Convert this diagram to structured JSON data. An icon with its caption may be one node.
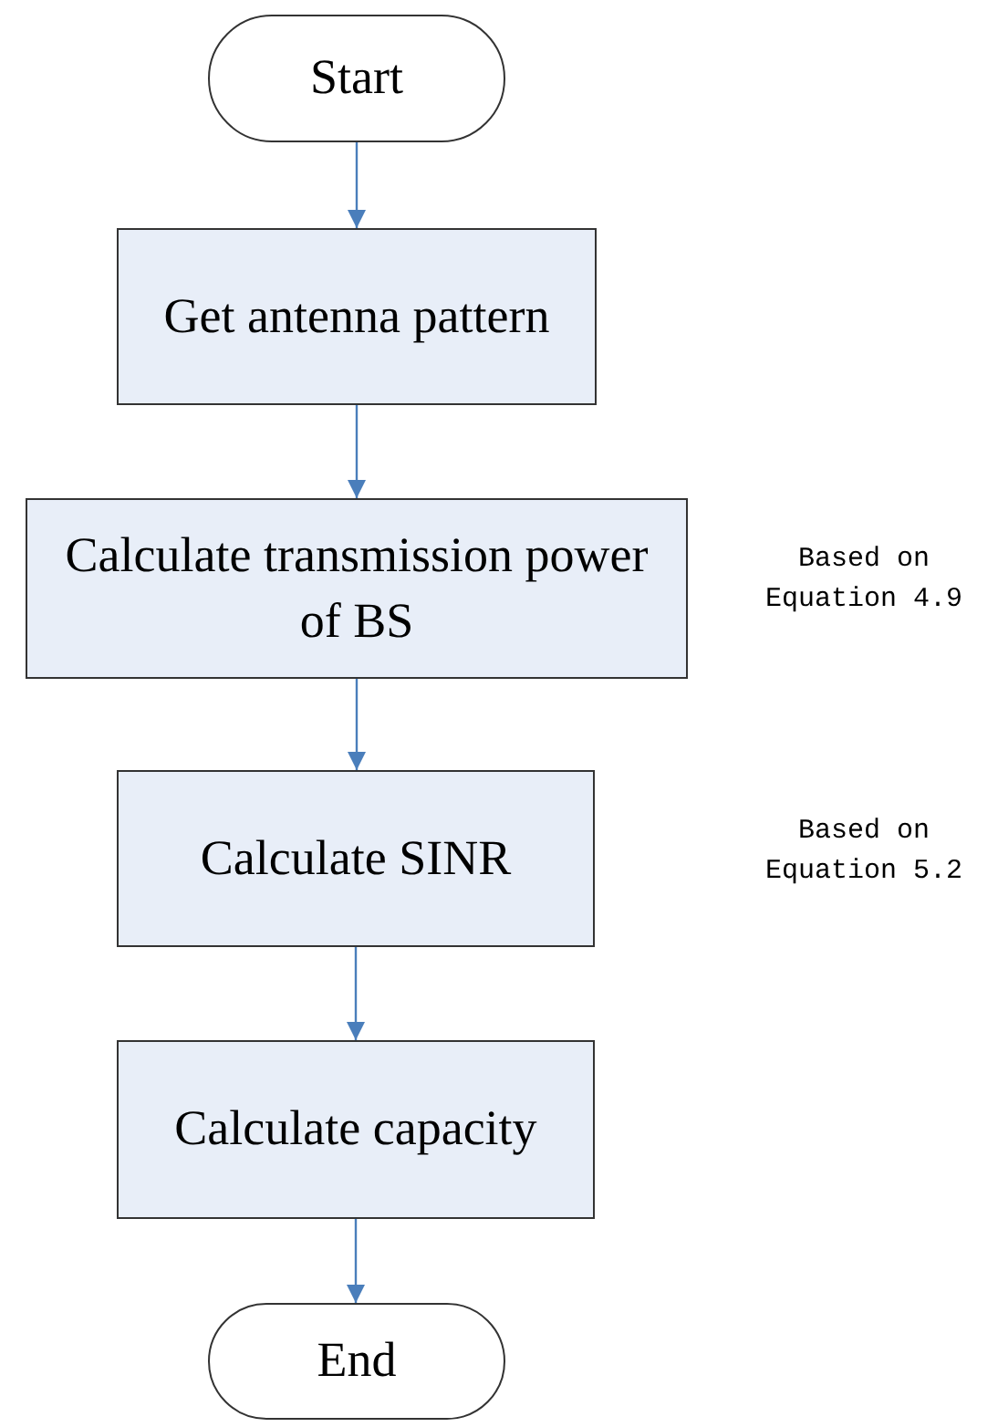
{
  "diagram": {
    "nodes": [
      {
        "text": [
          "Start"
        ]
      },
      {
        "text": [
          "Get antenna pattern"
        ]
      },
      {
        "text": [
          "Calculate transmission power of BS"
        ],
        "beside": [
          "Based on Equation 4.9"
        ]
      },
      {
        "text": [
          "Calculate SINR"
        ]
      },
      {
        "text": [
          "Calculate capacity"
        ]
      },
      {
        "text": [
          "End"
        ]
      }
    ],
    "edges": [
      {
        "from": 0,
        "to": 1,
        "arrow": "to"
      },
      {
        "from": 1,
        "to": 2,
        "arrow": "to"
      },
      {
        "from": 2,
        "to": 3,
        "arrow": "to"
      },
      {
        "from": 3,
        "to": 4,
        "arrow": "to"
      },
      {
        "from": 4,
        "to": 5,
        "arrow": "to"
      }
    ],
    "labels": [
      "Based on Equation 5.2"
    ]
  }
}
